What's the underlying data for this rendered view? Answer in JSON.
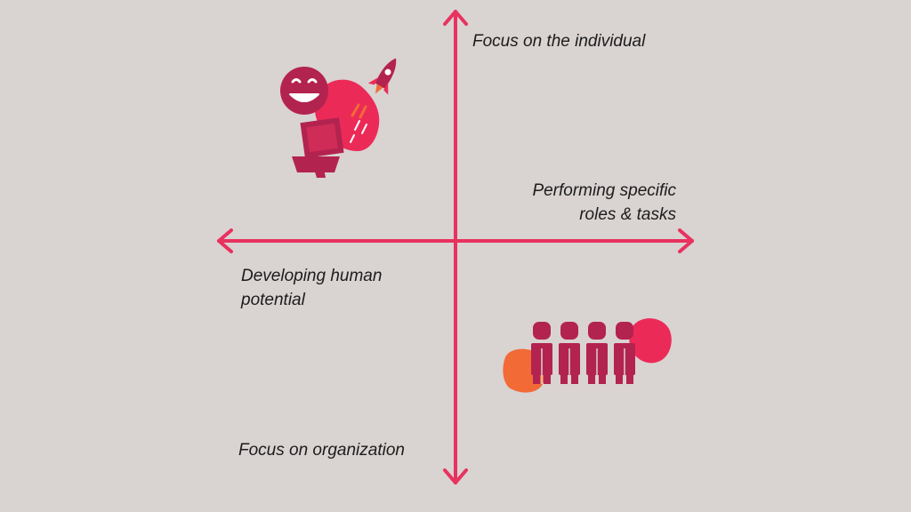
{
  "colors": {
    "background": "#d9d3d2",
    "axis": "#e8325f",
    "text": "#1c1c1c",
    "crimson": "#b3234f",
    "pink": "#ec2a58",
    "orange": "#f26a36"
  },
  "labels": {
    "top": "Focus on the individual",
    "bottom": "Focus on organization",
    "right": [
      "Performing specific",
      "roles & tasks"
    ],
    "left": [
      "Developing human",
      "potential"
    ]
  },
  "illustrations": {
    "top_left": "rocket-person-icon",
    "bottom_right": "team-people-icon"
  }
}
